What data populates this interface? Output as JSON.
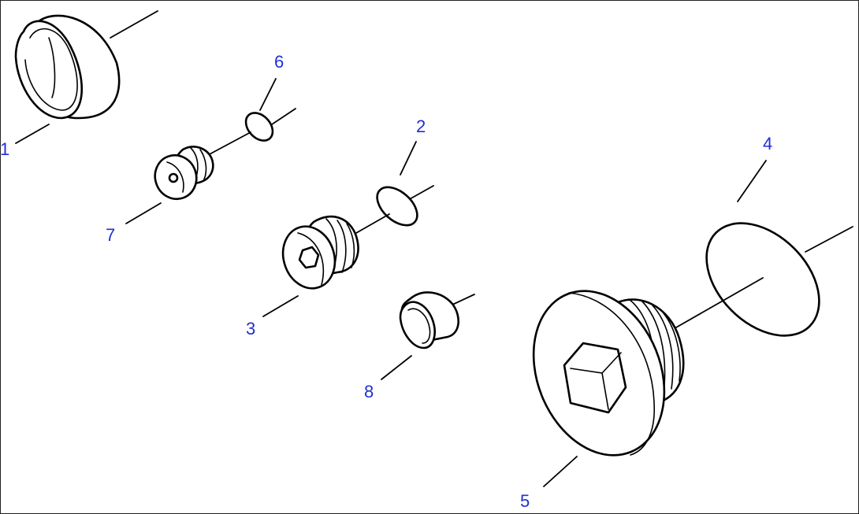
{
  "diagram": {
    "colors": {
      "callout": "#1f2fd6",
      "line": "#000000",
      "background": "#ffffff"
    },
    "callouts": [
      {
        "id": "1",
        "label": "1"
      },
      {
        "id": "2",
        "label": "2"
      },
      {
        "id": "3",
        "label": "3"
      },
      {
        "id": "4",
        "label": "4"
      },
      {
        "id": "5",
        "label": "5"
      },
      {
        "id": "6",
        "label": "6"
      },
      {
        "id": "7",
        "label": "7"
      },
      {
        "id": "8",
        "label": "8"
      }
    ]
  }
}
